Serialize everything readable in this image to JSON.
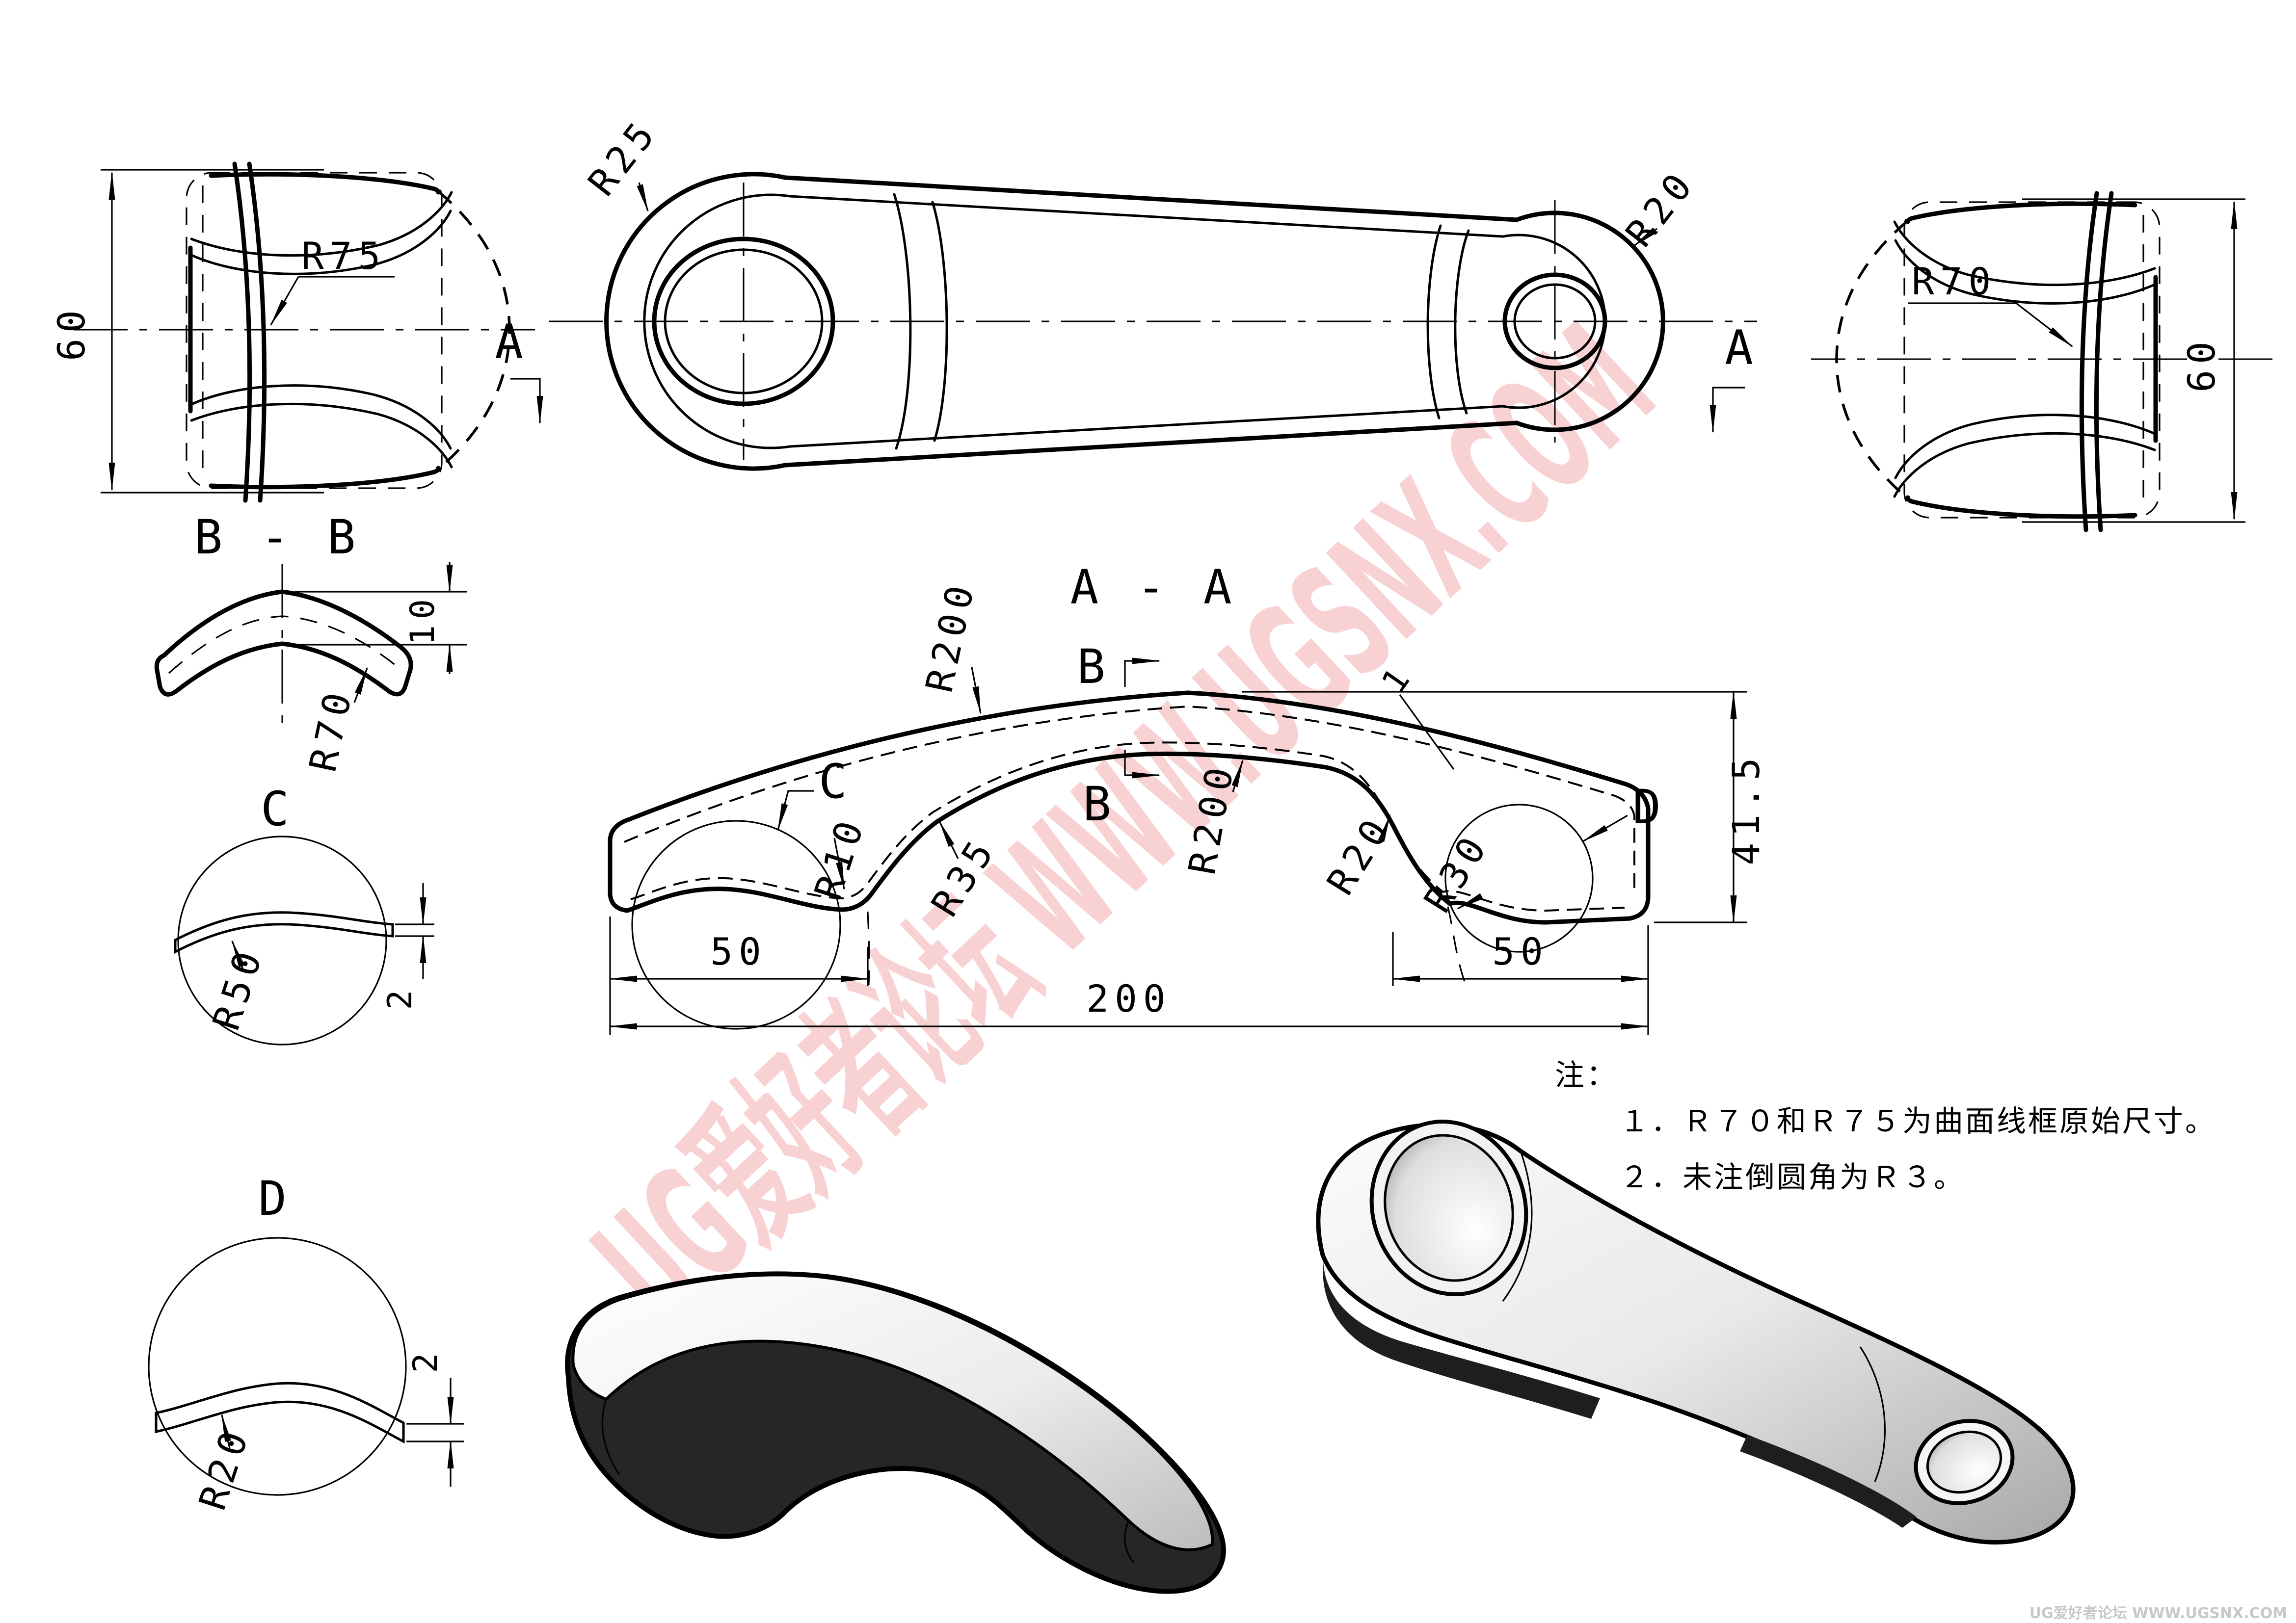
{
  "views": {
    "left_end_view": {
      "height_dim": "60",
      "r75": "R75"
    },
    "top_view": {
      "r25": "R25",
      "r20": "R20",
      "section_label_left": "A",
      "section_label_right": "A"
    },
    "right_end_view": {
      "r70": "R70",
      "height_dim": "60"
    },
    "section_bb": {
      "title": "B - B",
      "thickness_dim": "10",
      "r70": "R70"
    },
    "detail_c": {
      "title": "C",
      "r50": "R50",
      "gap_dim": "2"
    },
    "detail_d": {
      "title": "D",
      "r20": "R20",
      "gap_dim": "2"
    },
    "section_aa": {
      "title": "A - A",
      "b_label_top": "B",
      "b_label_bottom": "B",
      "r200_top": "R200",
      "r200_bottom": "R200",
      "r35": "R35",
      "r10": "R10",
      "r20": "R20",
      "r30": "R30",
      "c_label": "C",
      "d_label": "D",
      "thickness_dim": "1",
      "height_dim": "41.5",
      "left_span_dim": "50",
      "right_span_dim": "50",
      "total_span_dim": "200"
    },
    "notes": {
      "header": "注：",
      "item1": "１．Ｒ７０和Ｒ７５为曲面线框原始尺寸。",
      "item2": "２．未注倒圆角为Ｒ３。"
    },
    "watermark": {
      "diagonal_text": "UG爱好者论坛 WWW.UGSNX.COM",
      "corner_text": "UG爱好者论坛 WWW.UGSNX.COM",
      "color": "#f2a6a8"
    }
  }
}
